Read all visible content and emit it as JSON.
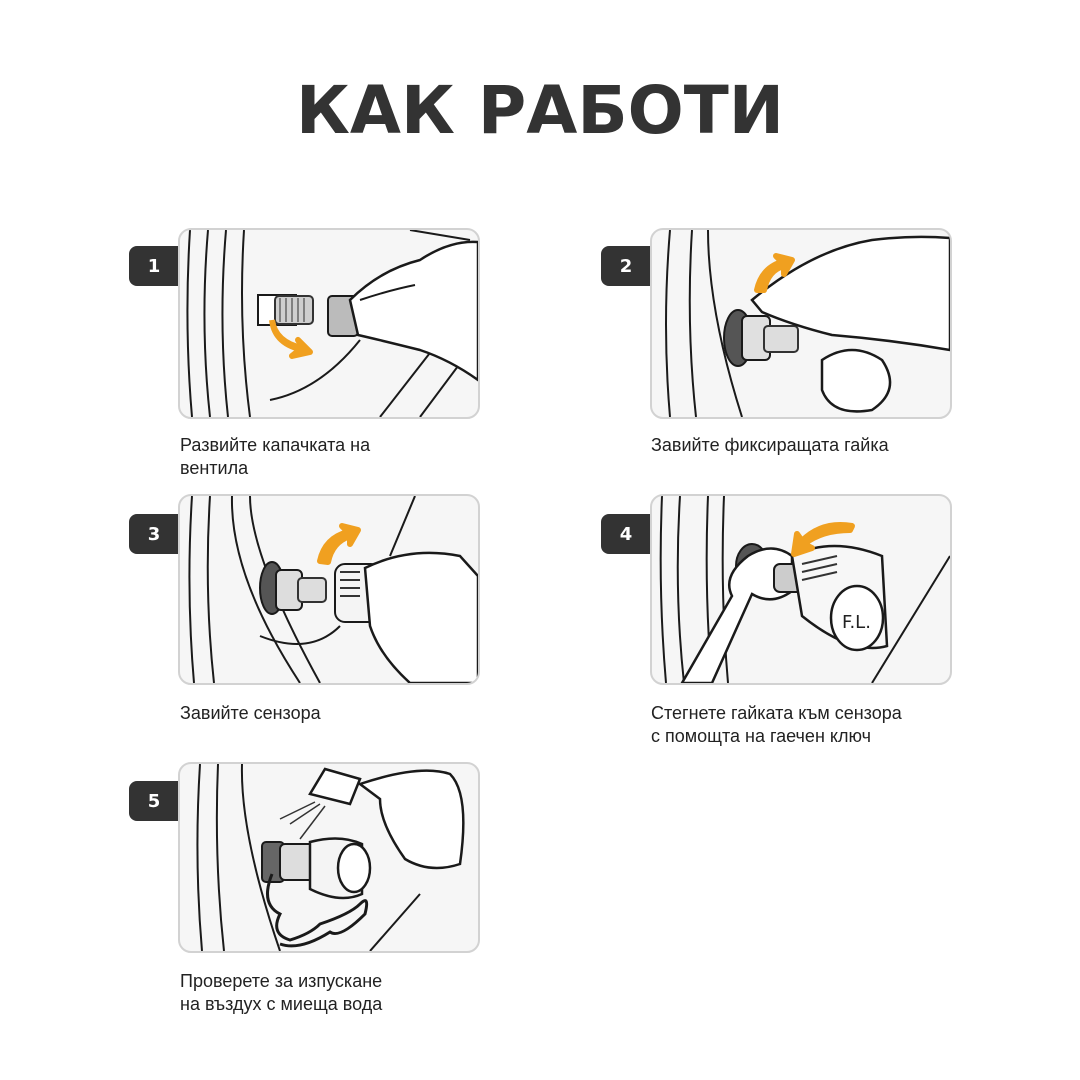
{
  "title": "КАК РАБОТИ",
  "accent_color": "#f0a020",
  "steps": [
    {
      "number": "1",
      "caption": "Развийте капачката на\nвентила",
      "illustration": "unscrew-valve-cap-illustration"
    },
    {
      "number": "2",
      "caption": "Завийте фиксиращата гайка",
      "illustration": "screw-fixing-nut-illustration"
    },
    {
      "number": "3",
      "caption": "Завийте сензора",
      "illustration": "screw-sensor-illustration"
    },
    {
      "number": "4",
      "caption": "Стегнете гайката към сензора\nс помощта на гаечен ключ",
      "illustration": "tighten-nut-wrench-illustration",
      "sensor_label": "F.L."
    },
    {
      "number": "5",
      "caption": "Проверете за изпускане\nна въздух с миеща вода",
      "illustration": "leak-check-soapy-water-illustration"
    }
  ]
}
